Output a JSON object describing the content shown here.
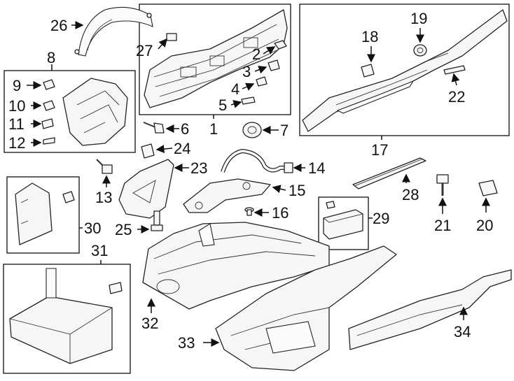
{
  "diagram": {
    "callouts": [
      {
        "id": "c1",
        "text": "1"
      },
      {
        "id": "c2",
        "text": "2"
      },
      {
        "id": "c3",
        "text": "3"
      },
      {
        "id": "c4",
        "text": "4"
      },
      {
        "id": "c5",
        "text": "5"
      },
      {
        "id": "c6",
        "text": "6"
      },
      {
        "id": "c7",
        "text": "7"
      },
      {
        "id": "c8",
        "text": "8"
      },
      {
        "id": "c9",
        "text": "9"
      },
      {
        "id": "c10",
        "text": "10"
      },
      {
        "id": "c11",
        "text": "11"
      },
      {
        "id": "c12",
        "text": "12"
      },
      {
        "id": "c13",
        "text": "13"
      },
      {
        "id": "c14",
        "text": "14"
      },
      {
        "id": "c15",
        "text": "15"
      },
      {
        "id": "c16",
        "text": "16"
      },
      {
        "id": "c17",
        "text": "17"
      },
      {
        "id": "c18",
        "text": "18"
      },
      {
        "id": "c19",
        "text": "19"
      },
      {
        "id": "c20",
        "text": "20"
      },
      {
        "id": "c21",
        "text": "21"
      },
      {
        "id": "c22",
        "text": "22"
      },
      {
        "id": "c23",
        "text": "23"
      },
      {
        "id": "c24",
        "text": "24"
      },
      {
        "id": "c25",
        "text": "25"
      },
      {
        "id": "c26",
        "text": "26"
      },
      {
        "id": "c27",
        "text": "27"
      },
      {
        "id": "c28",
        "text": "28"
      },
      {
        "id": "c29",
        "text": "29"
      },
      {
        "id": "c30",
        "text": "30"
      },
      {
        "id": "c31",
        "text": "31"
      },
      {
        "id": "c32",
        "text": "32"
      },
      {
        "id": "c33",
        "text": "33"
      },
      {
        "id": "c34",
        "text": "34"
      }
    ]
  }
}
